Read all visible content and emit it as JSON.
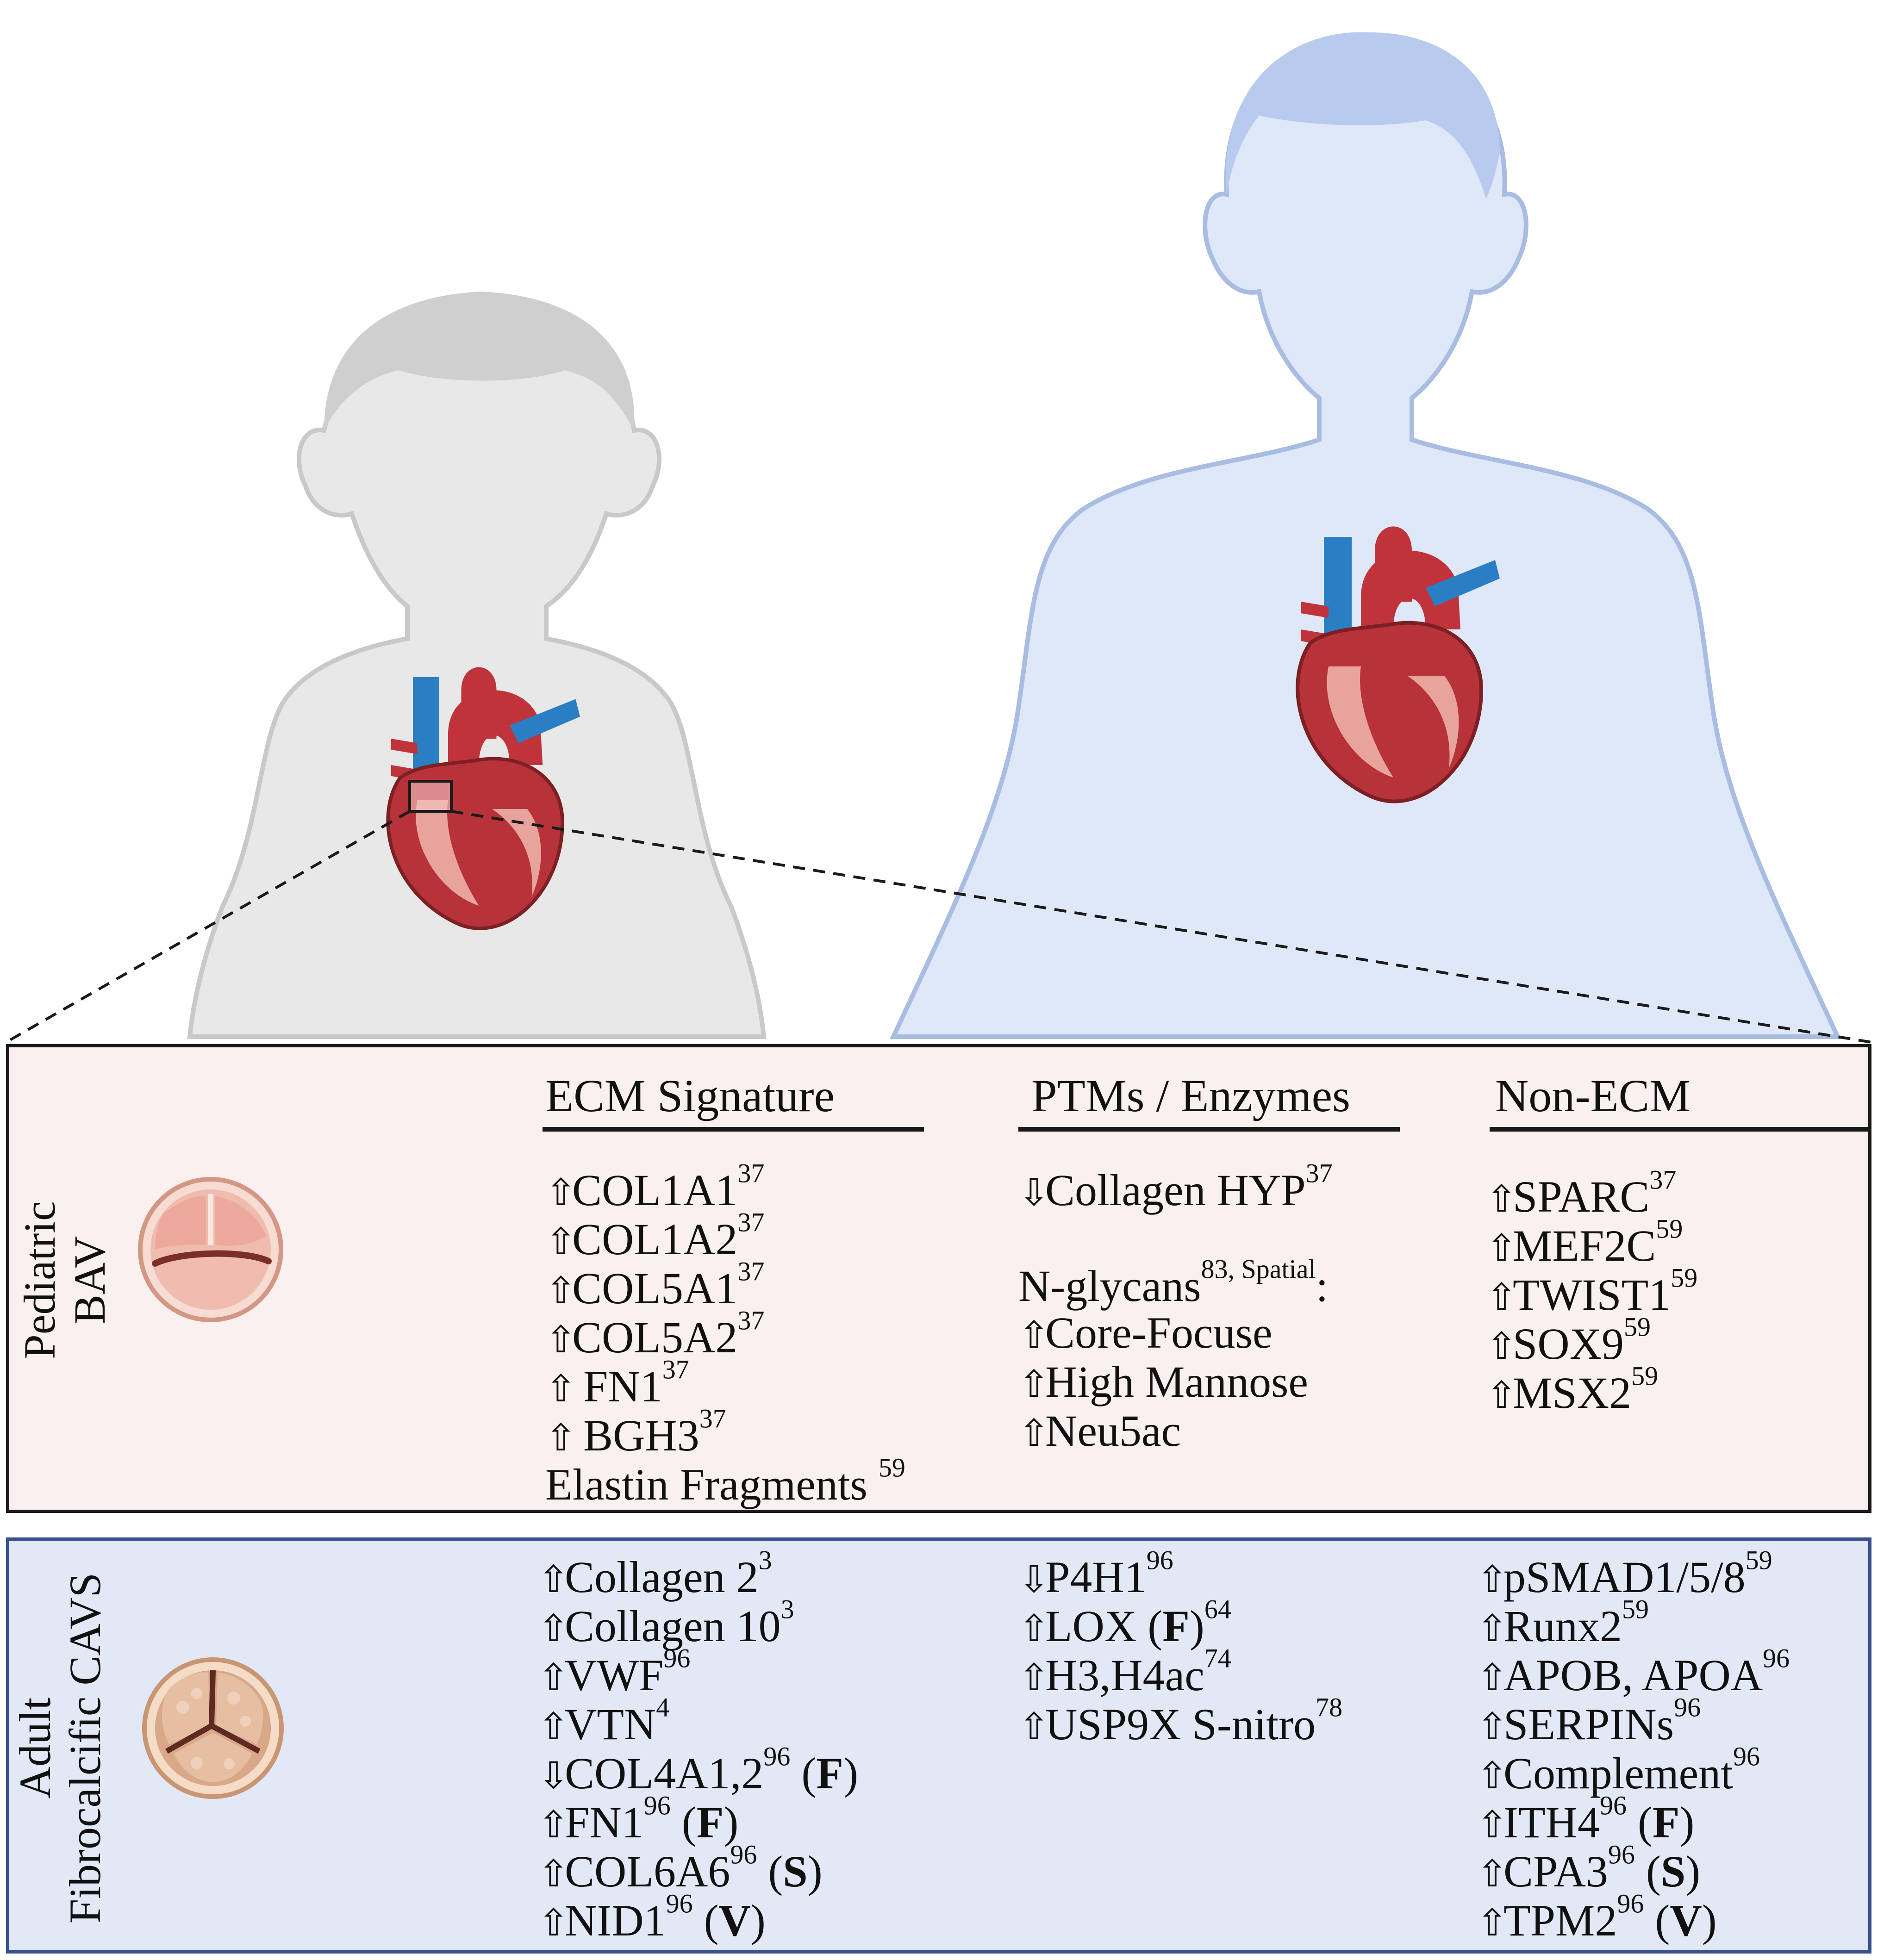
{
  "colors": {
    "pediatric_panel": "#fbf0f0",
    "adult_panel": "#e3e8f7",
    "child_silhouette": "#e8e8e8",
    "adult_silhouette": "#dfe8f8",
    "heart_red": "#c0333a",
    "vessel_blue": "#2a7fc4"
  },
  "icons": [
    "child-figure-icon",
    "adult-figure-icon",
    "heart-icon",
    "bicuspid-valve-icon",
    "calcified-valve-icon",
    "up-arrow-icon",
    "down-arrow-icon"
  ],
  "columns": {
    "ecm": "ECM Signature",
    "ptm": "PTMs / Enzymes",
    "non_ecm": "Non-ECM"
  },
  "pediatric": {
    "label_line1": "Pediatric",
    "label_line2": "BAV",
    "ecm": [
      {
        "dir": "up",
        "gene": "COL1A1",
        "ref": "37"
      },
      {
        "dir": "up",
        "gene": "COL1A2",
        "ref": "37"
      },
      {
        "dir": "up",
        "gene": "COL5A1",
        "ref": "37"
      },
      {
        "dir": "up",
        "gene": "COL5A2",
        "ref": "37"
      },
      {
        "dir": "up",
        "gene": " FN1",
        "ref": "37"
      },
      {
        "dir": "up",
        "gene": " BGH3",
        "ref": "37"
      },
      {
        "dir": "none",
        "gene": "Elastin Fragments ",
        "ref": "59"
      }
    ],
    "ptm": [
      {
        "dir": "down",
        "gene": "Collagen HYP",
        "ref": "37"
      },
      {
        "dir": "spacer"
      },
      {
        "dir": "none",
        "gene": "N-glycans",
        "ref": "83, Spatial",
        "suffix": ":"
      },
      {
        "dir": "up",
        "gene": "Core-Focuse"
      },
      {
        "dir": "up",
        "gene": "High Mannose"
      },
      {
        "dir": "up",
        "gene": "Neu5ac"
      }
    ],
    "non_ecm": [
      {
        "dir": "up",
        "gene": "SPARC",
        "ref": "37"
      },
      {
        "dir": "up",
        "gene": "MEF2C",
        "ref": "59"
      },
      {
        "dir": "up",
        "gene": "TWIST1",
        "ref": "59"
      },
      {
        "dir": "up",
        "gene": "SOX9",
        "ref": "59"
      },
      {
        "dir": "up",
        "gene": "MSX2",
        "ref": "59"
      }
    ]
  },
  "adult": {
    "label_line1": "Adult",
    "label_line2": "Fibrocalcific CAVS",
    "ecm": [
      {
        "dir": "up",
        "gene": "Collagen 2",
        "ref": "3"
      },
      {
        "dir": "up",
        "gene": "Collagen 10",
        "ref": "3"
      },
      {
        "dir": "up",
        "gene": "VWF",
        "ref": "96"
      },
      {
        "dir": "up",
        "gene": "VTN",
        "ref": "4"
      },
      {
        "dir": "down",
        "gene": "COL4A1,2",
        "ref": "96",
        "tag": "F"
      },
      {
        "dir": "up",
        "gene": "FN1",
        "ref": "96",
        "tag": "F"
      },
      {
        "dir": "up",
        "gene": "COL6A6",
        "ref": "96",
        "tag": "S"
      },
      {
        "dir": "up",
        "gene": "NID1",
        "ref": "96",
        "tag": "V"
      }
    ],
    "ptm": [
      {
        "dir": "down",
        "gene": "P4H1",
        "ref": "96"
      },
      {
        "dir": "up",
        "gene": "LOX ",
        "tag_inline": "F",
        "ref": "64"
      },
      {
        "dir": "up",
        "gene": "H3,H4ac",
        "ref": "74"
      },
      {
        "dir": "up",
        "gene": "USP9X S-nitro",
        "ref": "78"
      }
    ],
    "non_ecm": [
      {
        "dir": "up",
        "gene": "pSMAD1/5/8",
        "ref": "59"
      },
      {
        "dir": "up",
        "gene": "Runx2",
        "ref": "59"
      },
      {
        "dir": "up",
        "gene": "APOB, APOA",
        "ref": "96"
      },
      {
        "dir": "up",
        "gene": "SERPINs",
        "ref": "96"
      },
      {
        "dir": "up",
        "gene": "Complement",
        "ref": "96"
      },
      {
        "dir": "up",
        "gene": "ITH4",
        "ref": "96",
        "tag": "F"
      },
      {
        "dir": "up",
        "gene": "CPA3",
        "ref": "96",
        "tag": "S"
      },
      {
        "dir": "up",
        "gene": "TPM2",
        "ref": "96",
        "tag": "V"
      }
    ]
  }
}
